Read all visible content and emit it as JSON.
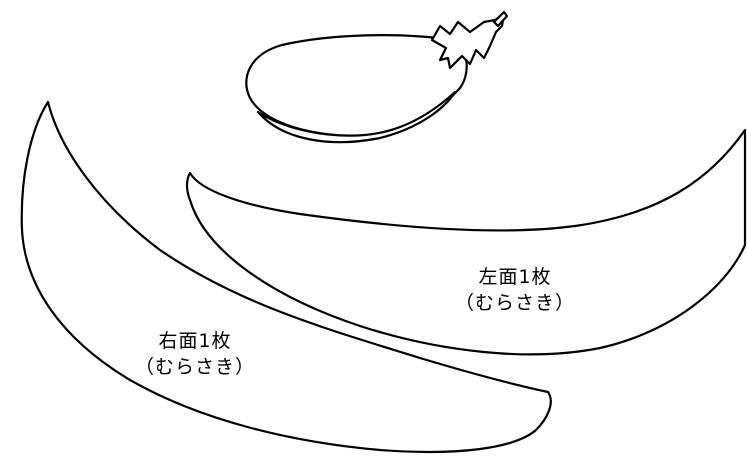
{
  "pattern": {
    "left_piece": {
      "title": "左面1枚",
      "color_note": "（むらさき）"
    },
    "right_piece": {
      "title": "右面1枚",
      "color_note": "（むらさき）"
    },
    "icons": {
      "reference": "eggplant-icon"
    },
    "colors": {
      "outline": "#000000",
      "background": "#ffffff"
    }
  }
}
